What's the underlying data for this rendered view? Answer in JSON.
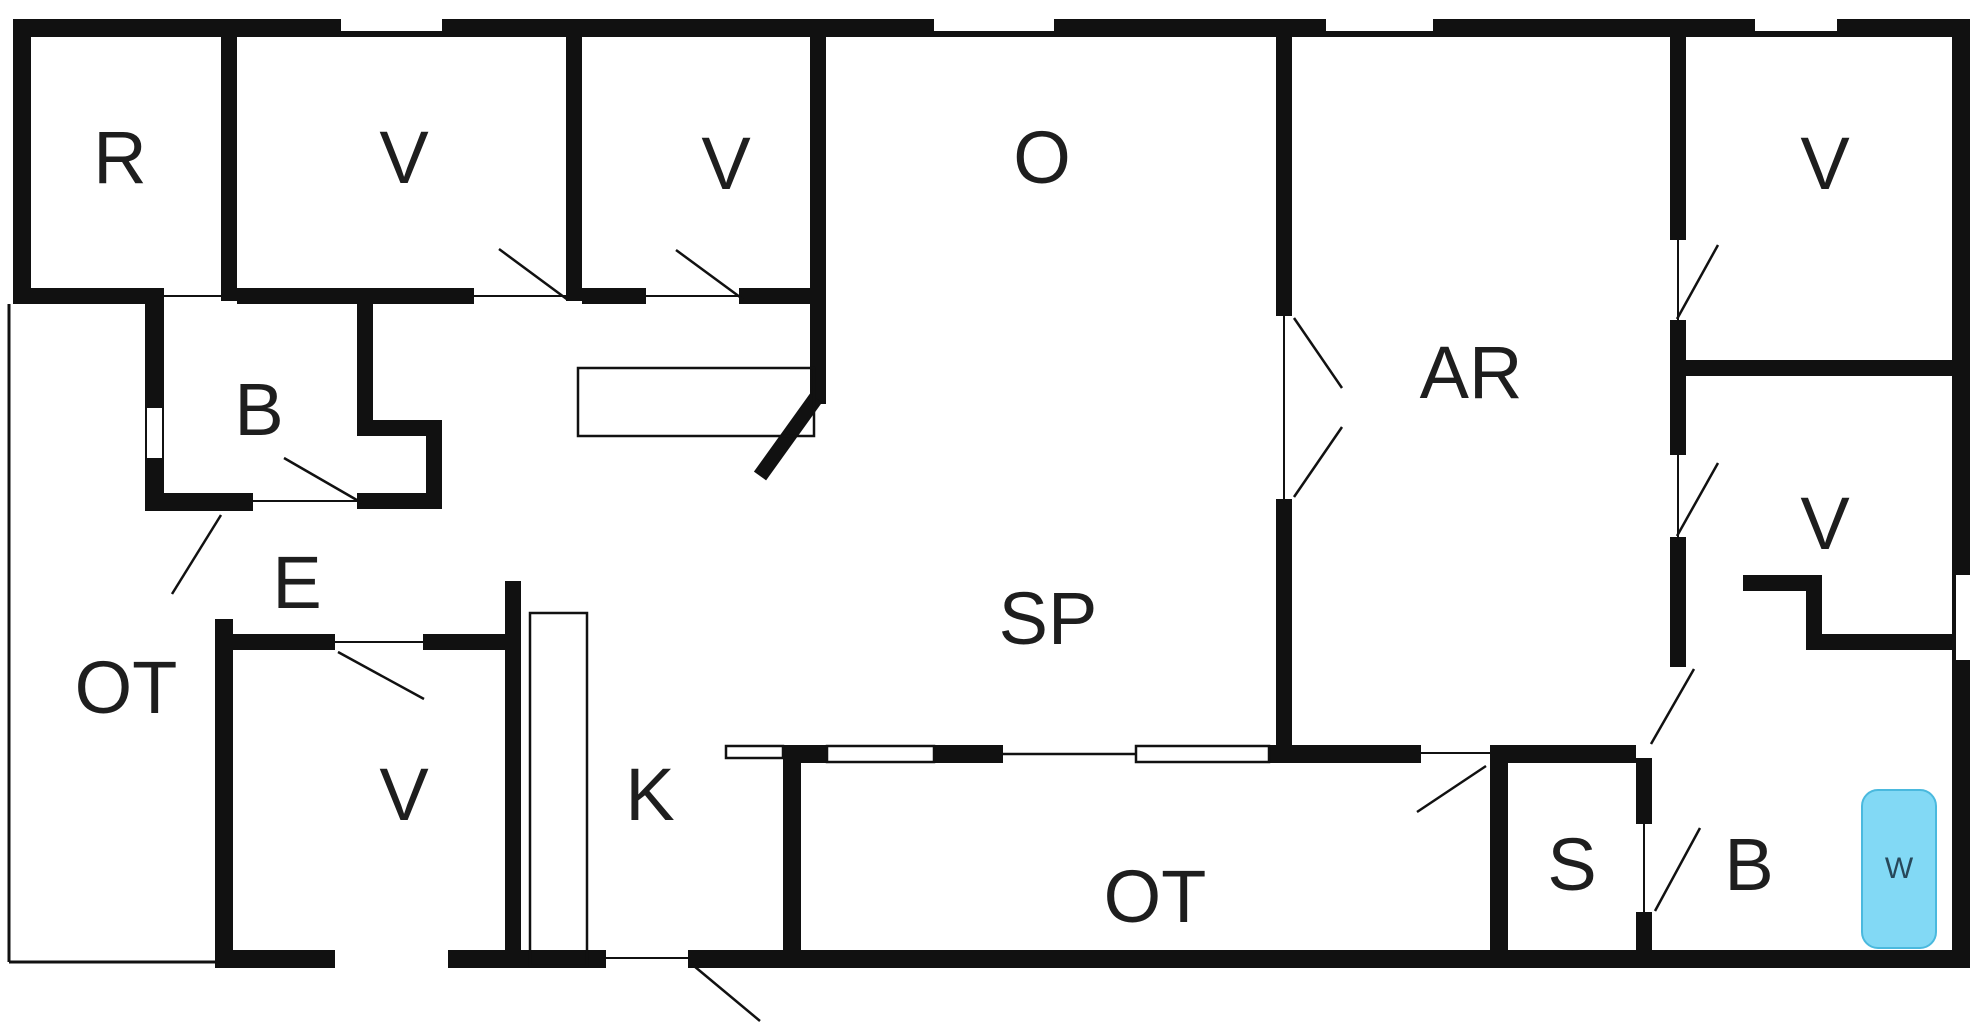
{
  "colors": {
    "wall": "#111111",
    "floor": "#ffffff",
    "label": "#1e1e1e",
    "washer_fill": "#82d9f5",
    "washer_stroke": "#4ab9de"
  },
  "rooms": [
    {
      "label": "R"
    },
    {
      "label": "V"
    },
    {
      "label": "V"
    },
    {
      "label": "O"
    },
    {
      "label": "V"
    },
    {
      "label": "AR"
    },
    {
      "label": "B"
    },
    {
      "label": "E"
    },
    {
      "label": "OT"
    },
    {
      "label": "V"
    },
    {
      "label": "K"
    },
    {
      "label": "SP"
    },
    {
      "label": "OT"
    },
    {
      "label": "S"
    },
    {
      "label": "B"
    },
    {
      "label": "V"
    }
  ],
  "washer": {
    "label": "W"
  }
}
